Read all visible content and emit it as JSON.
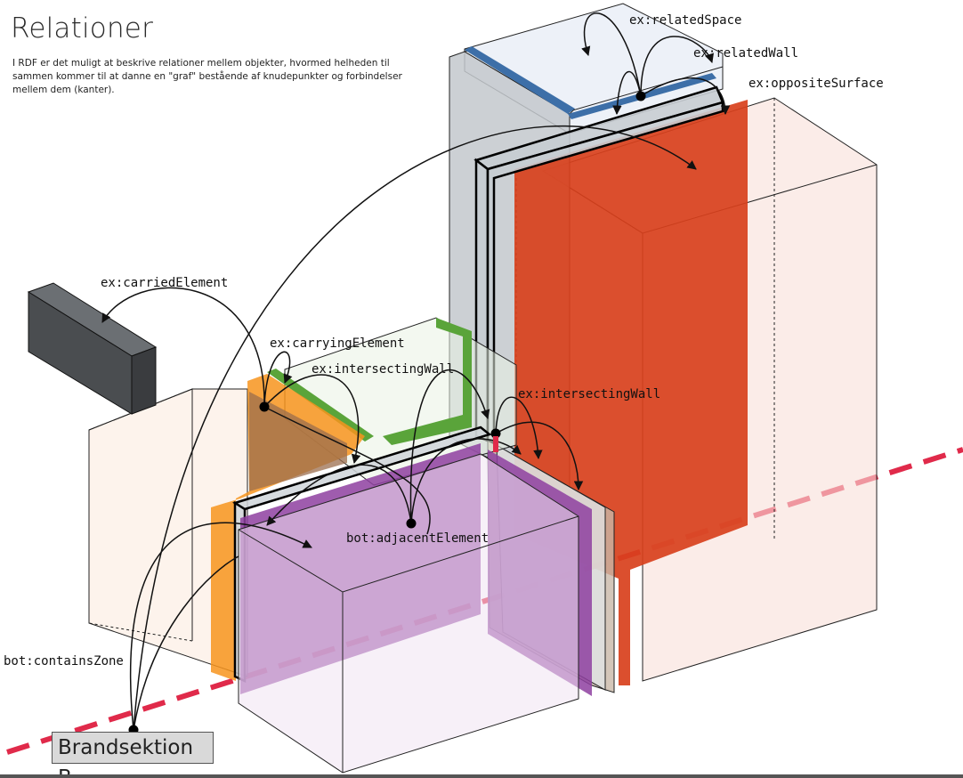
{
  "title": "Relationer",
  "intro": "I RDF er det muligt at beskrive relationer mellem objekter, hvormed helheden til sammen kommer til at danne en \"graf\" bestående af knudepunkter og forbindelser mellem dem (kanter).",
  "labels": {
    "related_space": "ex:relatedSpace",
    "related_wall": "ex:relatedWall",
    "opposite_surface": "ex:oppositeSurface",
    "carried_element": "ex:carriedElement",
    "carrying_element": "ex:carryingElement",
    "intersecting_wall_1": "ex:intersectingWall",
    "intersecting_wall_2": "ex:intersectingWall",
    "adjacent_element": "bot:adjacentElement",
    "contains_zone": "bot:containsZone"
  },
  "zone_label": "Brandsektion B",
  "colors": {
    "wall_face": "#c9cfd4",
    "opposite_surface": "#d8401c",
    "related_wall_edge": "#3d6fa8",
    "carrying_green": "#5aa43a",
    "orange_face": "#f7941d",
    "purple_face": "#8e3fa0",
    "space_tint": "#f9e3dc",
    "fire_line": "#e02a4a",
    "carried_block": "#4a4d50"
  }
}
